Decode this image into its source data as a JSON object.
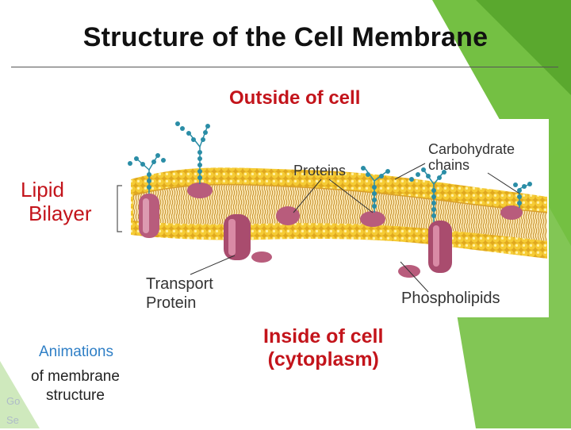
{
  "title": "Structure of the Cell Membrane",
  "labels": {
    "outside": "Outside of cell",
    "lipid_line1": "Lipid",
    "lipid_line2": "Bilayer",
    "proteins": "Proteins",
    "carb_line1": "Carbohydrate",
    "carb_line2": "chains",
    "transport_line1": "Transport",
    "transport_line2": "Protein",
    "phospholipids": "Phospholipids",
    "inside_line1": "Inside of cell",
    "inside_line2": "(cytoplasm)"
  },
  "animation": {
    "link": "Animations",
    "line2": "of membrane",
    "line3": "structure"
  },
  "faint_text": {
    "line1": "Go",
    "line2": "Se"
  },
  "colors": {
    "accent_green": "#74c043",
    "label_red": "#c3141b",
    "head_yellow": "#f2c02a",
    "protein_pink": "#b85c7c",
    "chain_teal": "#2a8da6"
  }
}
